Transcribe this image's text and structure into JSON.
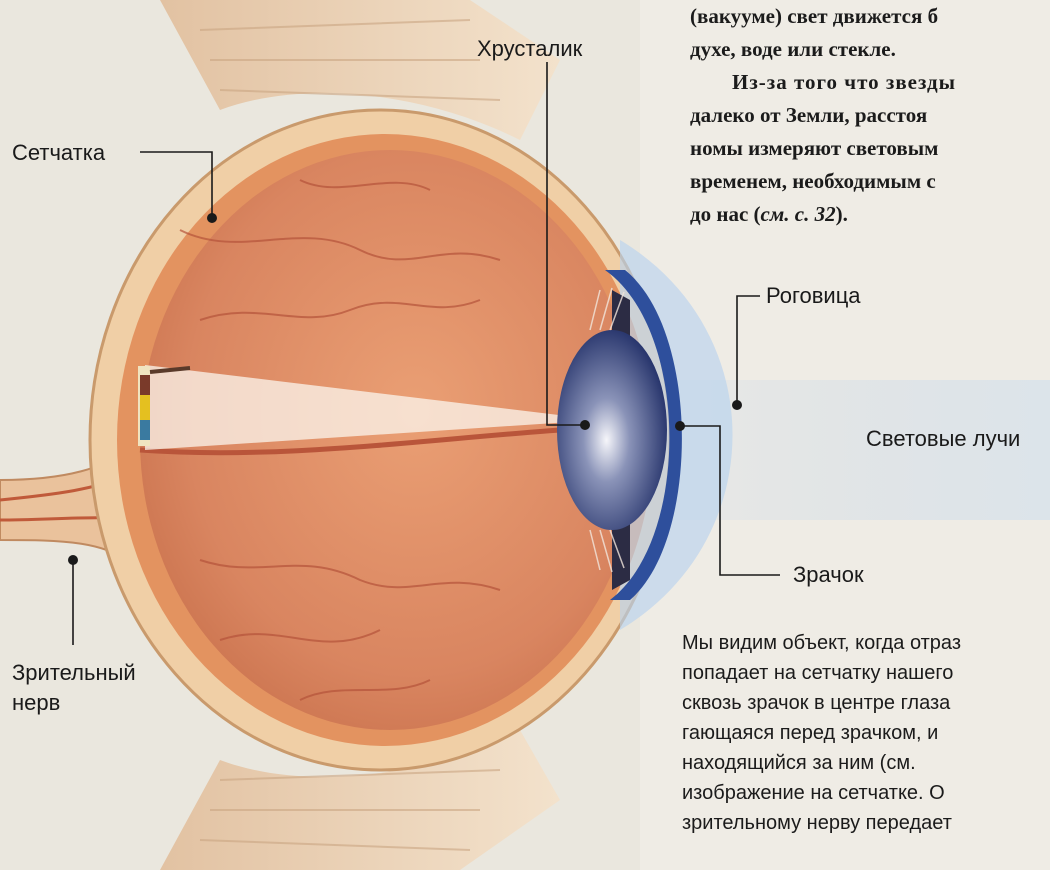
{
  "labels": {
    "retina": "Сетчатка",
    "lens": "Хрусталик",
    "cornea": "Роговица",
    "light_rays": "Световые лучи",
    "pupil": "Зрачок",
    "optic_nerve_1": "Зрительный",
    "optic_nerve_2": "нерв"
  },
  "text_block": {
    "line1": "(вакууме) свет движется б",
    "line2": "духе, воде или стекле.",
    "line3": "Из-за того что звезды",
    "line4": "далеко от Земли, расстоя",
    "line5": "номы измеряют световым",
    "line6": "временем, необходимым с",
    "line7_pre": "до нас (",
    "line7_ref": "см. с. 32",
    "line7_post": ")."
  },
  "caption": {
    "line1": "Мы видим объект, когда отраз",
    "line2": "попадает на сетчатку нашего",
    "line3": "сквозь зрачок в центре глаза",
    "line4": "гающаяся перед зрачком, и",
    "line5": "находящийся за ним (см.",
    "line6": "изображение на сетчатке. О",
    "line7": "зрительному нерву передает"
  },
  "colors": {
    "eye_interior": "#d9875f",
    "sclera": "#f0cfa6",
    "choroid": "#e39360",
    "iris": "#2e4f9c",
    "lens": "#3f4f86",
    "cornea": "#b9d2ee",
    "light_beam": "#fbf6ee"
  }
}
